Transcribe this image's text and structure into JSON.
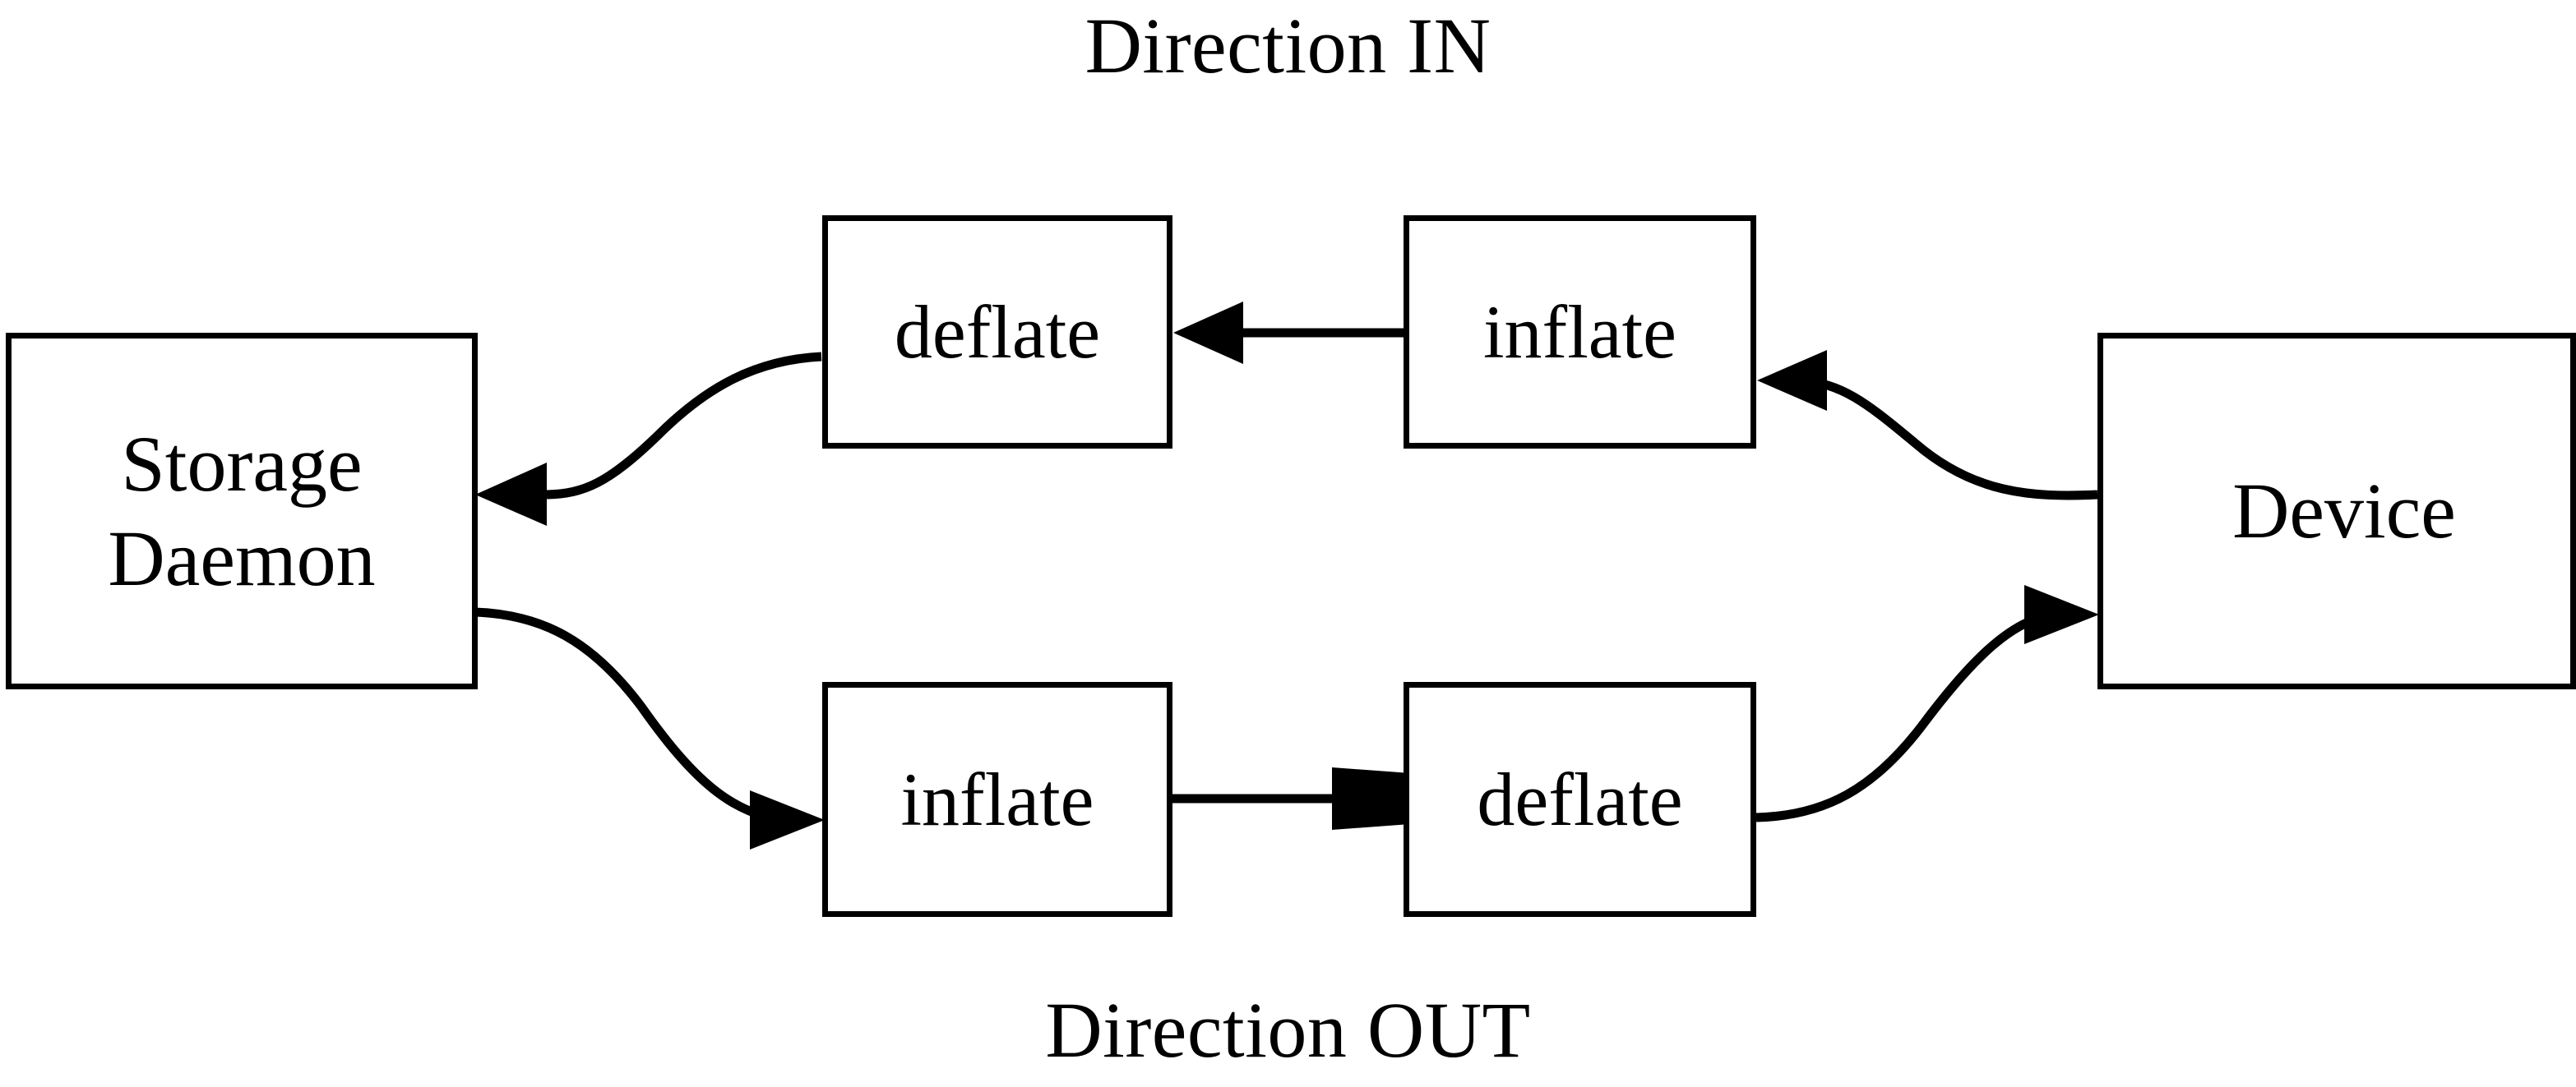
{
  "diagram": {
    "title_top": "Direction IN",
    "title_bottom": "Direction OUT",
    "colors": {
      "stroke": "#000000",
      "background": "#ffffff",
      "text": "#000000"
    },
    "nodes": {
      "storage_daemon": {
        "label_line1": "Storage",
        "label_line2": "Daemon"
      },
      "device": {
        "label": "Device"
      },
      "deflate_in": {
        "label": "deflate"
      },
      "inflate_in": {
        "label": "inflate"
      },
      "inflate_out": {
        "label": "inflate"
      },
      "deflate_out": {
        "label": "deflate"
      }
    },
    "edges": [
      {
        "id": "device-to-inflate-in",
        "from": "device",
        "to": "inflate_in",
        "style": "curve",
        "arrowhead": "left"
      },
      {
        "id": "inflate-in-to-deflate-in",
        "from": "inflate_in",
        "to": "deflate_in",
        "style": "straight",
        "arrowhead": "left"
      },
      {
        "id": "deflate-in-to-storage-daemon",
        "from": "deflate_in",
        "to": "storage_daemon",
        "style": "curve",
        "arrowhead": "left"
      },
      {
        "id": "storage-daemon-to-inflate-out",
        "from": "storage_daemon",
        "to": "inflate_out",
        "style": "curve",
        "arrowhead": "right"
      },
      {
        "id": "inflate-out-to-deflate-out",
        "from": "inflate_out",
        "to": "deflate_out",
        "style": "straight",
        "arrowhead": "right"
      },
      {
        "id": "deflate-out-to-device",
        "from": "deflate_out",
        "to": "device",
        "style": "curve",
        "arrowhead": "right"
      }
    ]
  }
}
